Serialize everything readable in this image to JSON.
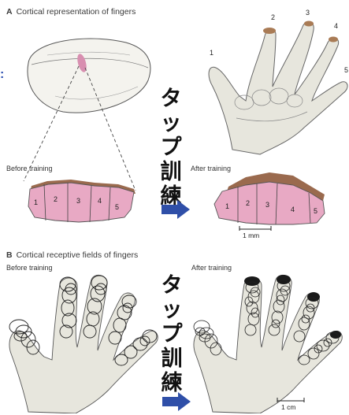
{
  "section_a": {
    "letter": "A",
    "title": "Cortical representation of fingers",
    "before_label": "Before training",
    "after_label": "After training",
    "finger_numbers": [
      "1",
      "2",
      "3",
      "4",
      "5"
    ],
    "scale_label": "1 mm"
  },
  "section_b": {
    "letter": "B",
    "title": "Cortical receptive fields of fingers",
    "before_label": "Before training",
    "after_label": "After training",
    "scale_label": "1 cm"
  },
  "annotation_top": {
    "lines": [
      "タ",
      "ッ",
      "プ",
      "訓",
      "練"
    ]
  },
  "annotation_bottom": {
    "lines": [
      "タ",
      "ッ",
      "プ",
      "訓",
      "練"
    ]
  },
  "left_edge_mark": ":",
  "colors": {
    "arrow": "#2f4fa8",
    "cortex_pink": "#e8a9c4",
    "cortex_brown": "#9a6a4e",
    "hand_fill": "#e7e6dd",
    "finger_tip": "#a97b55"
  }
}
